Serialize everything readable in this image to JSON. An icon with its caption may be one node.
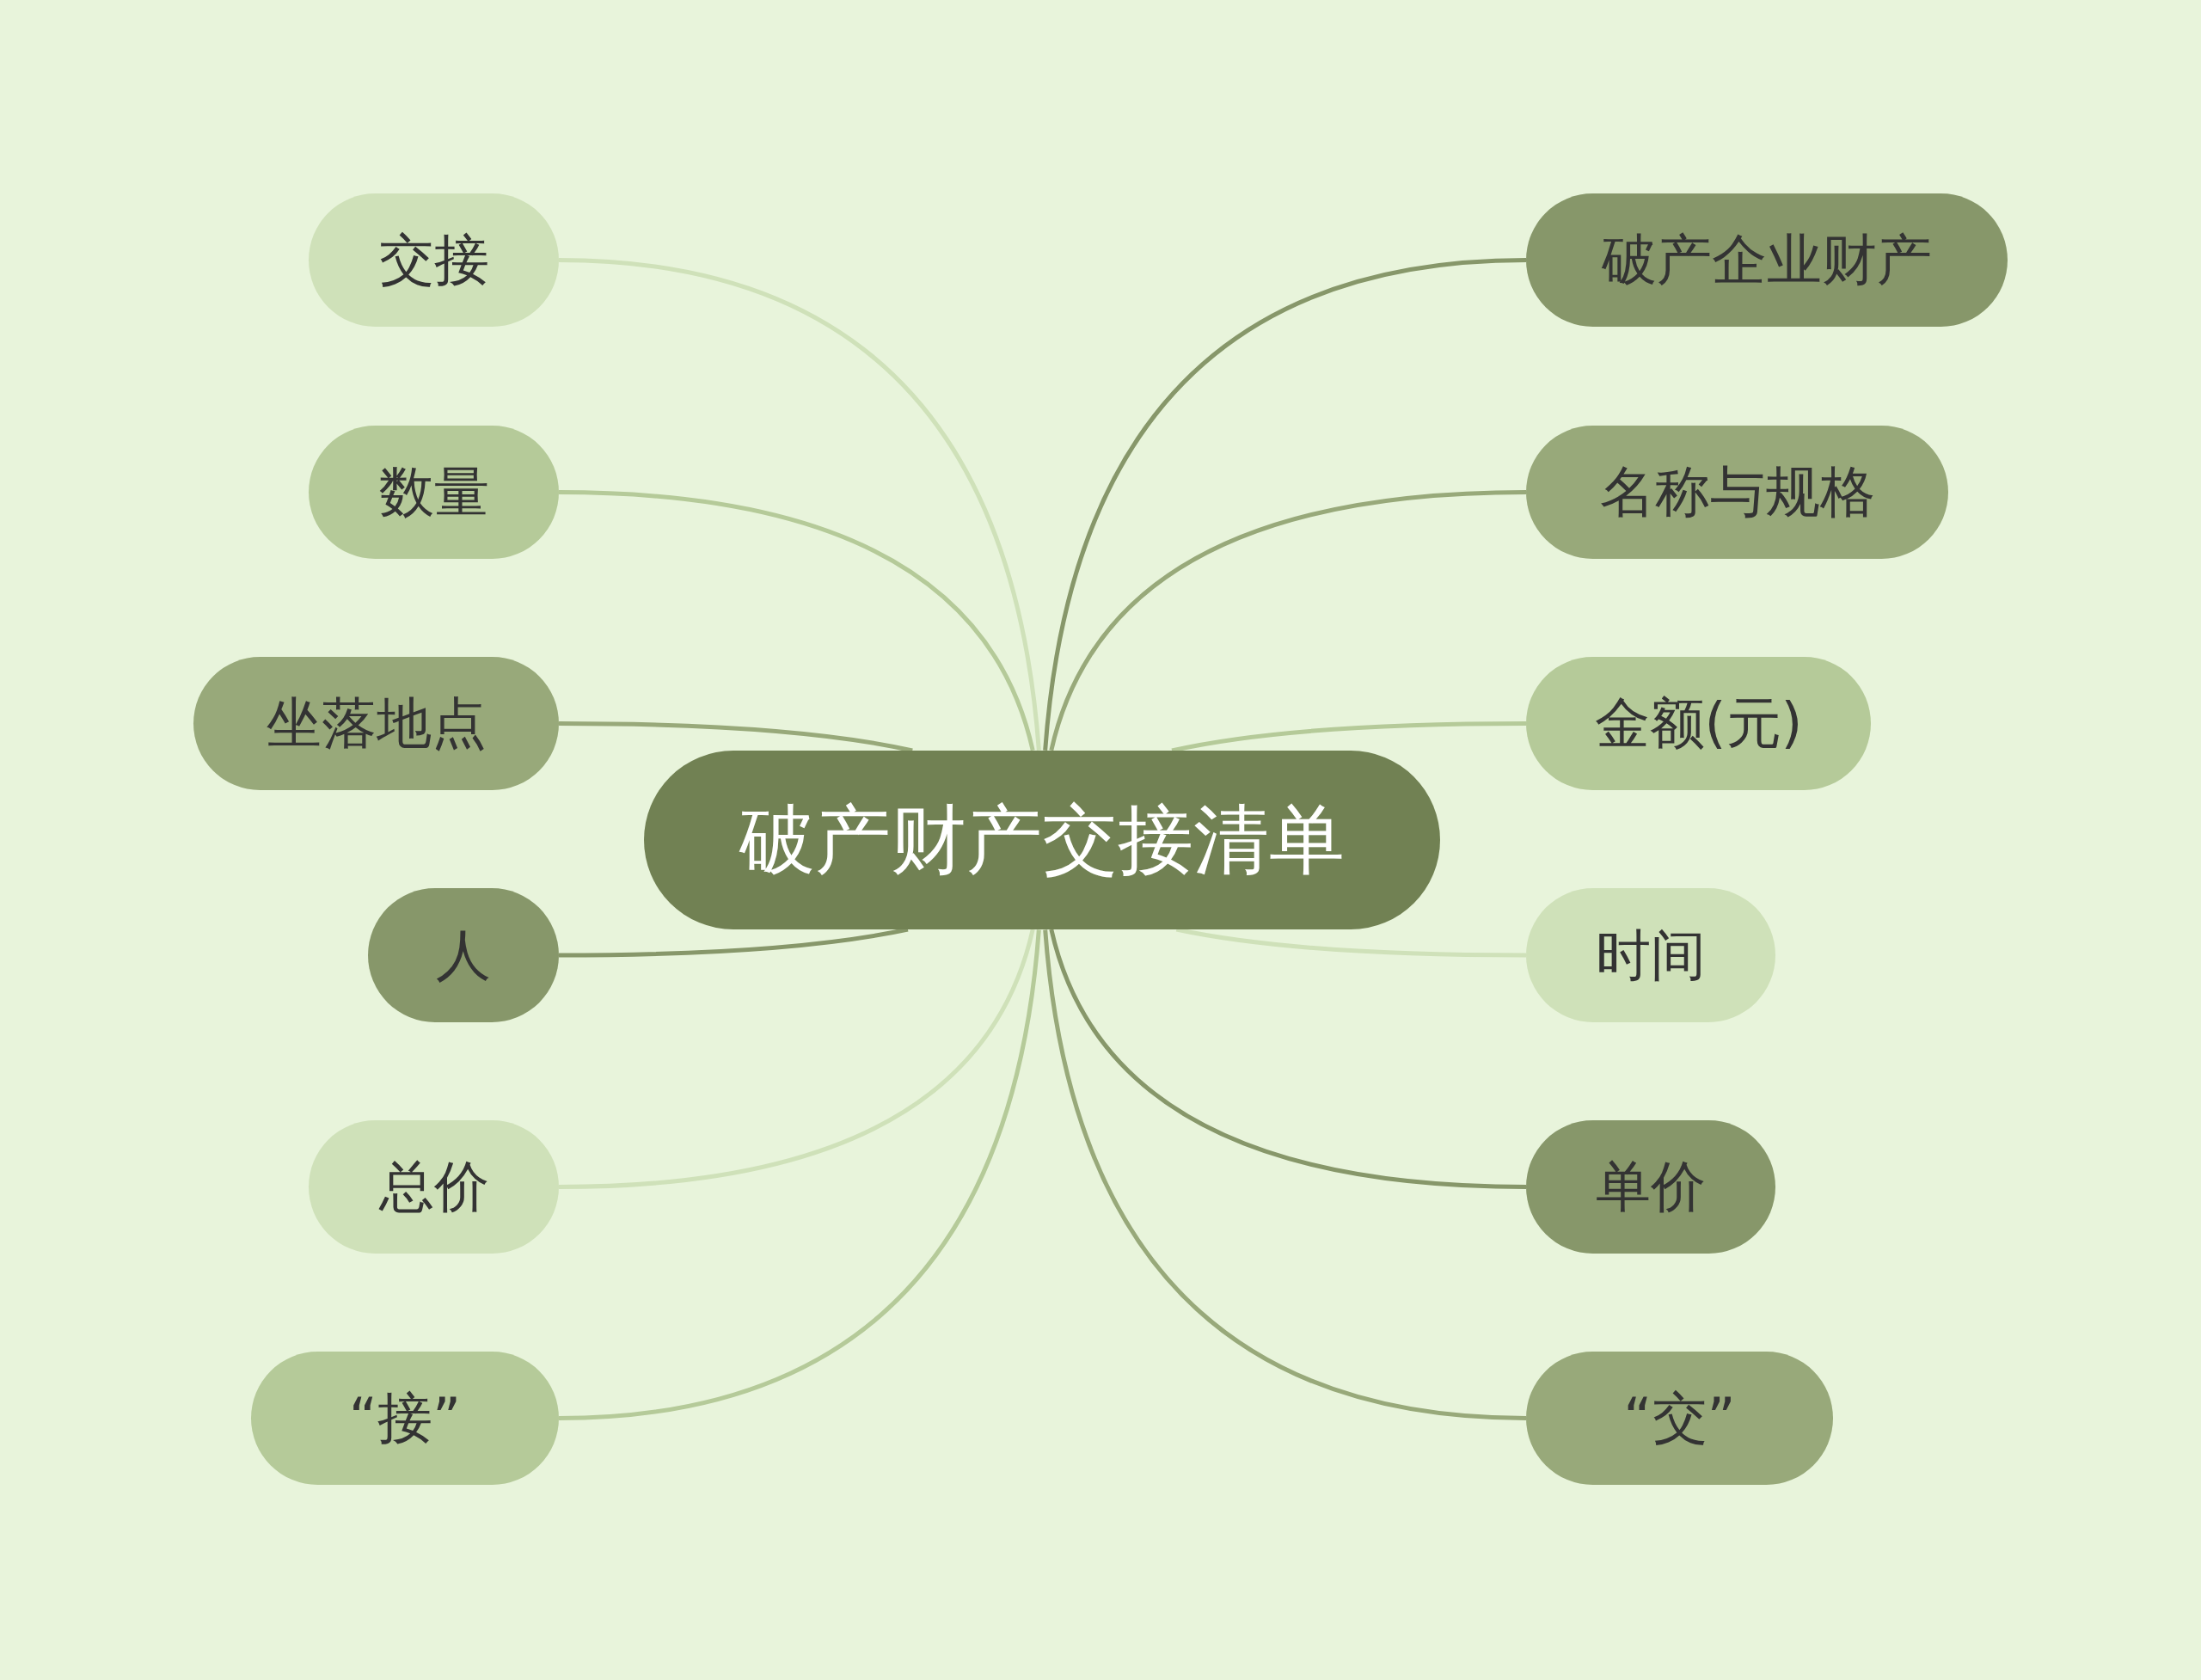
{
  "diagram": {
    "nodes": [
      {
        "text": [
          "破产财产交接清单"
        ]
      },
      {
        "text": [
          "交接"
        ]
      },
      {
        "text": [
          "数量"
        ]
      },
      {
        "text": [
          "坐落地点"
        ]
      },
      {
        "text": [
          "人"
        ]
      },
      {
        "text": [
          "总价"
        ]
      },
      {
        "text": [
          "“接”"
        ]
      },
      {
        "text": [
          "破产企业财产"
        ]
      },
      {
        "text": [
          "名称与规格"
        ]
      },
      {
        "text": [
          "金额(元)"
        ]
      },
      {
        "text": [
          "时间"
        ]
      },
      {
        "text": [
          "单价"
        ]
      },
      {
        "text": [
          "“交”"
        ]
      }
    ],
    "edges": [
      {
        "from": 0,
        "to": 1,
        "arrow": "none",
        "color": "#cfe1b9"
      },
      {
        "from": 0,
        "to": 2,
        "arrow": "none",
        "color": "#b5ca99"
      },
      {
        "from": 0,
        "to": 3,
        "arrow": "none",
        "color": "#98a97a"
      },
      {
        "from": 0,
        "to": 4,
        "arrow": "none",
        "color": "#87976a"
      },
      {
        "from": 0,
        "to": 5,
        "arrow": "none",
        "color": "#cfe1b9"
      },
      {
        "from": 0,
        "to": 6,
        "arrow": "none",
        "color": "#b5ca99"
      },
      {
        "from": 0,
        "to": 7,
        "arrow": "none",
        "color": "#87976a"
      },
      {
        "from": 0,
        "to": 8,
        "arrow": "none",
        "color": "#98a97a"
      },
      {
        "from": 0,
        "to": 9,
        "arrow": "none",
        "color": "#b5ca99"
      },
      {
        "from": 0,
        "to": 10,
        "arrow": "none",
        "color": "#cfe1b9"
      },
      {
        "from": 0,
        "to": 11,
        "arrow": "none",
        "color": "#87976a"
      },
      {
        "from": 0,
        "to": 12,
        "arrow": "none",
        "color": "#98a97a"
      }
    ]
  }
}
